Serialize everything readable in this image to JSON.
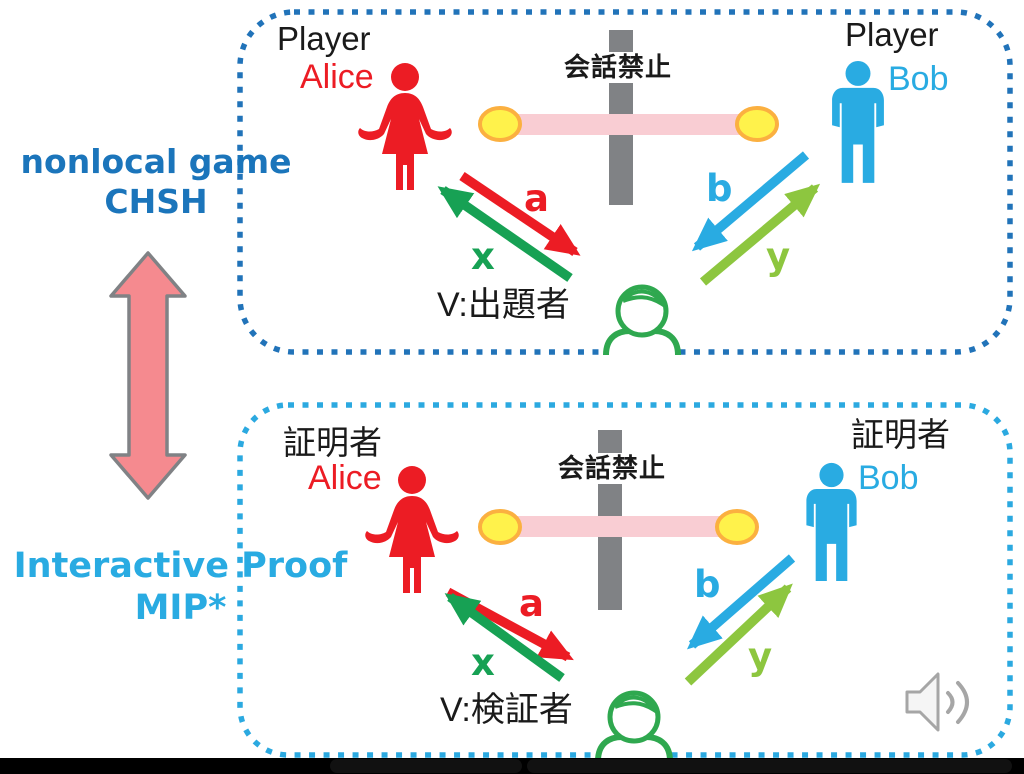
{
  "left_panel": {
    "nonlocal_label_line1": "nonlocal game",
    "nonlocal_label_line2": "CHSH",
    "interactive_label_line1": "Interactive Proof",
    "interactive_label_line2": "MIP*"
  },
  "chsh_box": {
    "alice_role": "Player",
    "alice_name": "Alice",
    "bob_role": "Player",
    "bob_name": "Bob",
    "barrier_label": "会話禁止",
    "verifier_label": "V:出題者",
    "answer_a": "a",
    "question_x": "x",
    "answer_b": "b",
    "question_y": "y"
  },
  "mip_box": {
    "alice_role": "証明者",
    "alice_name": "Alice",
    "bob_role": "証明者",
    "bob_name": "Bob",
    "barrier_label": "会話禁止",
    "verifier_label": "V:検証者",
    "answer_a": "a",
    "question_x": "x",
    "answer_b": "b",
    "question_y": "y"
  },
  "colors": {
    "chsh_border_blue": "#2173B9",
    "mip_border_blue": "#2BA9E0",
    "nonlocal_text_blue": "#1B75BB",
    "interactive_text_blue": "#29ABE2",
    "alice_red": "#EC1C24",
    "bob_blue": "#29ABE2",
    "question_x_green": "#17A154",
    "question_y_green": "#8DC63F",
    "barrier_gray": "#808285",
    "entangled_bar_pink": "#F9CDD3",
    "entangled_particle_yellow": "#FFF24B",
    "entangled_particle_border": "#FBB040",
    "equivalence_arrow_pink": "#F58A8F",
    "verifier_green": "#2FA84F"
  },
  "icons": {
    "alice_figure": "female-figure-icon",
    "bob_figure": "male-figure-icon",
    "verifier": "verifier-person-icon",
    "barrier": "barrier-cross",
    "entangled_pair": "entangled-pair-bar",
    "equivalence": "double-headed-arrow-icon",
    "audio": "speaker-icon"
  }
}
